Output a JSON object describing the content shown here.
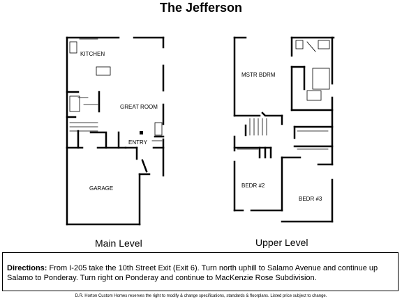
{
  "title": "The Jefferson",
  "main_level": {
    "label": "Main Level",
    "rooms": {
      "kitchen": "KITCHEN",
      "great_room": "GREAT ROOM",
      "entry": "ENTRY",
      "garage": "GARAGE"
    }
  },
  "upper_level": {
    "label": "Upper Level",
    "rooms": {
      "master_bedroom": "MSTR BDRM",
      "bedroom_2": "BEDR #2",
      "bedroom_3": "BEDR #3"
    }
  },
  "directions": {
    "heading": "Directions:",
    "text": "From I-205 take the 10th Street Exit (Exit 6).  Turn north uphill to Salamo Avenue and continue up Salamo to Ponderay.  Turn right on Ponderay and continue to MacKenzie Rose Subdivision."
  },
  "disclaimer": "D.R. Horton Custom Homes reserves the right to modify & change specifications, standards & floorplans. Listed price subject to change."
}
